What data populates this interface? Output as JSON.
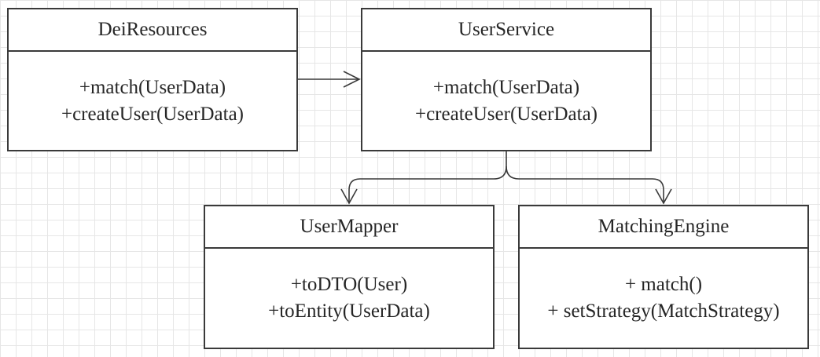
{
  "classes": {
    "dei_resources": {
      "name": "DeiResources",
      "methods": [
        "+match(UserData)",
        "+createUser(UserData)"
      ]
    },
    "user_service": {
      "name": "UserService",
      "methods": [
        "+match(UserData)",
        "+createUser(UserData)"
      ]
    },
    "user_mapper": {
      "name": "UserMapper",
      "methods": [
        "+toDTO(User)",
        "+toEntity(UserData)"
      ]
    },
    "matching_engine": {
      "name": "MatchingEngine",
      "methods": [
        "+ match()",
        "+ setStrategy(MatchStrategy)"
      ]
    }
  },
  "colors": {
    "line": "#3a3a3a",
    "grid": "#e6e6e6",
    "text": "#262626"
  }
}
